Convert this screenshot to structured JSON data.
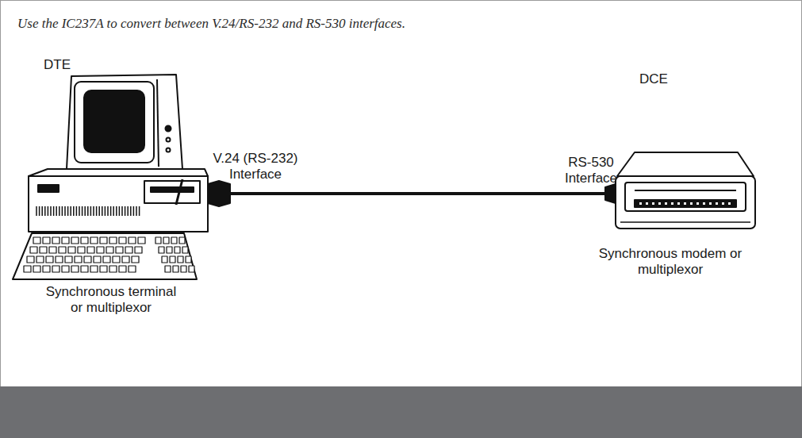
{
  "diagram": {
    "title": "Use the IC237A to convert between V.24/RS-232 and RS-530 interfaces.",
    "nodes": [
      {
        "text": [
          "DTE",
          "Synchronous terminal or multiplexor"
        ]
      },
      {
        "text": [
          "DCE",
          "Synchronous modem or multiplexor"
        ]
      }
    ],
    "edges": [
      {
        "from": 0,
        "to": 1,
        "arrow": "none"
      }
    ],
    "labels": [
      "V.24 (RS-232) Interface",
      "RS-530 Interface"
    ]
  }
}
